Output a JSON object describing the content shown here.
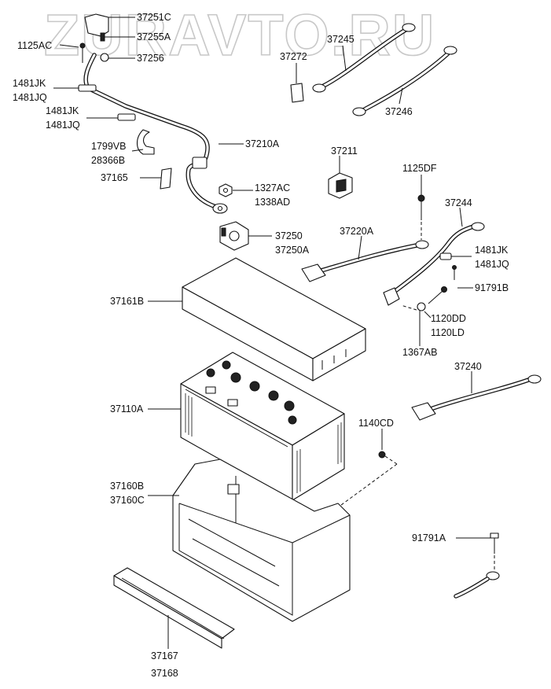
{
  "watermark": "ZURAVTO.RU",
  "labels": {
    "l37251c": "37251C",
    "l37255a": "37255A",
    "l37256": "37256",
    "l1125ac": "1125AC",
    "l1481jk_a": "1481JK",
    "l1481jq_a": "1481JQ",
    "l1481jk_b": "1481JK",
    "l1481jq_b": "1481JQ",
    "l1799vb": "1799VB",
    "l28366b": "28366B",
    "l37165": "37165",
    "l37210a": "37210A",
    "l1327ac": "1327AC",
    "l1338ad": "1338AD",
    "l37272": "37272",
    "l37245": "37245",
    "l37246": "37246",
    "l37211": "37211",
    "l1125df": "1125DF",
    "l37244": "37244",
    "l37250": "37250",
    "l37250a": "37250A",
    "l37220a": "37220A",
    "l1481jk_c": "1481JK",
    "l1481jq_c": "1481JQ",
    "l91791b": "91791B",
    "l37161b": "37161B",
    "l1120dd": "1120DD",
    "l1120ld": "1120LD",
    "l1367ab": "1367AB",
    "l37240": "37240",
    "l37110a": "37110A",
    "l1140cd": "1140CD",
    "l37160b": "37160B",
    "l37160c": "37160C",
    "l91791a": "91791A",
    "l37167": "37167",
    "l37168": "37168"
  }
}
